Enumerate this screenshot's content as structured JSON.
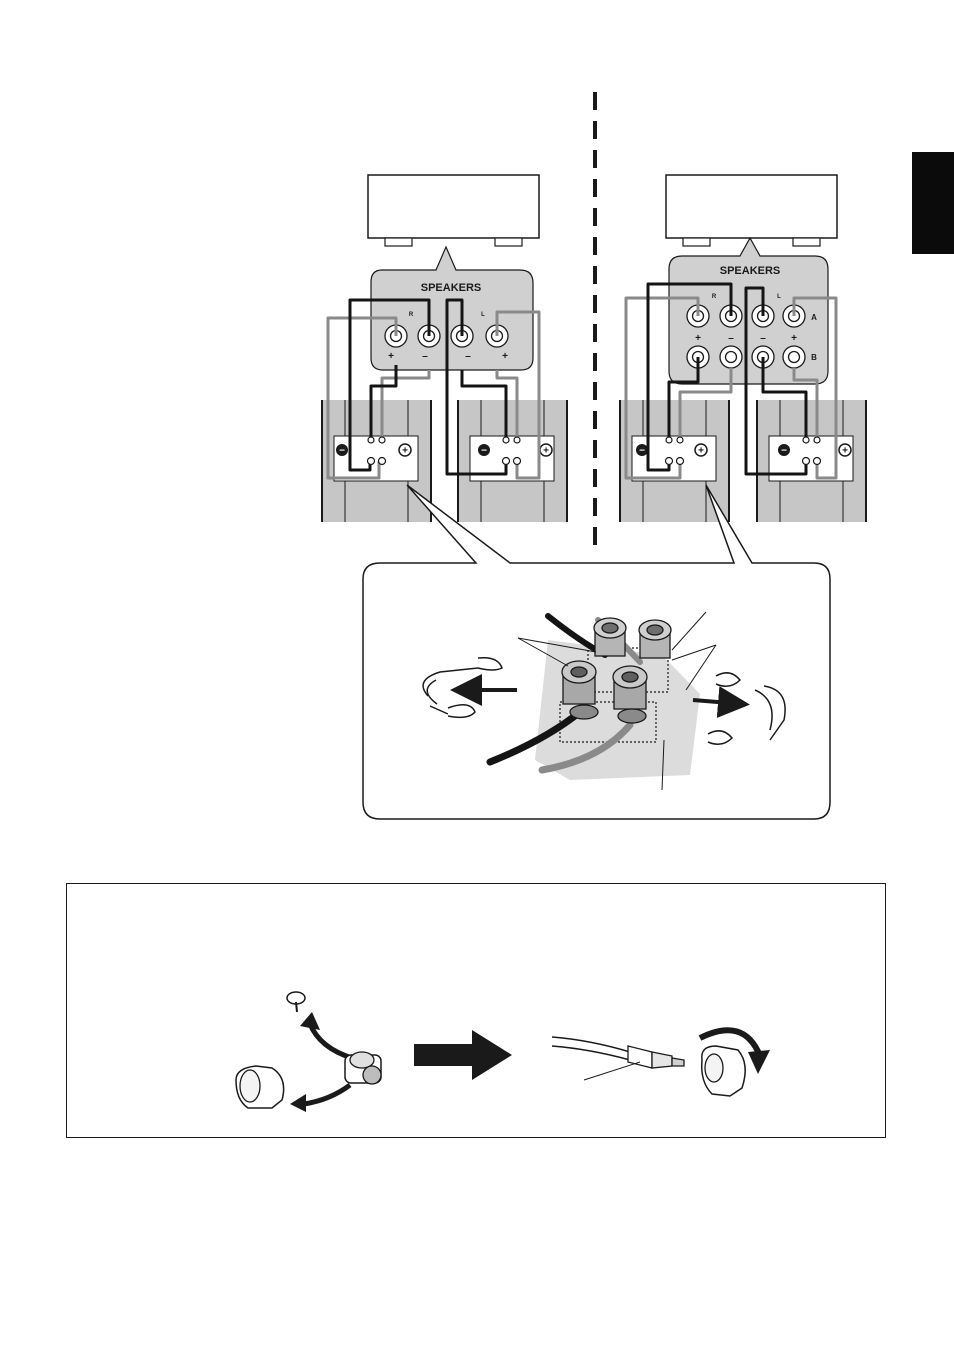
{
  "speakers_label_left": "SPEAKERS",
  "speakers_label_right": "SPEAKERS",
  "channel_labels": {
    "r": "R",
    "l": "L"
  },
  "row_labels": {
    "a": "A",
    "b": "B"
  },
  "polarity": {
    "plus": "+",
    "minus": "–"
  },
  "colors": {
    "ink": "#1a1a1a",
    "panel_grey": "#d0d0d0",
    "speaker_grey": "#c6c6c6",
    "wire_black": "#141414",
    "wire_grey": "#8a8a8a",
    "tab_black": "#0b0b0b"
  },
  "icons": [
    "receiver-icon",
    "speaker-terminal-panel-icon",
    "binding-post-icon",
    "jumper-bar-icon",
    "banana-plug-icon",
    "arrow-icon",
    "language-tab"
  ]
}
